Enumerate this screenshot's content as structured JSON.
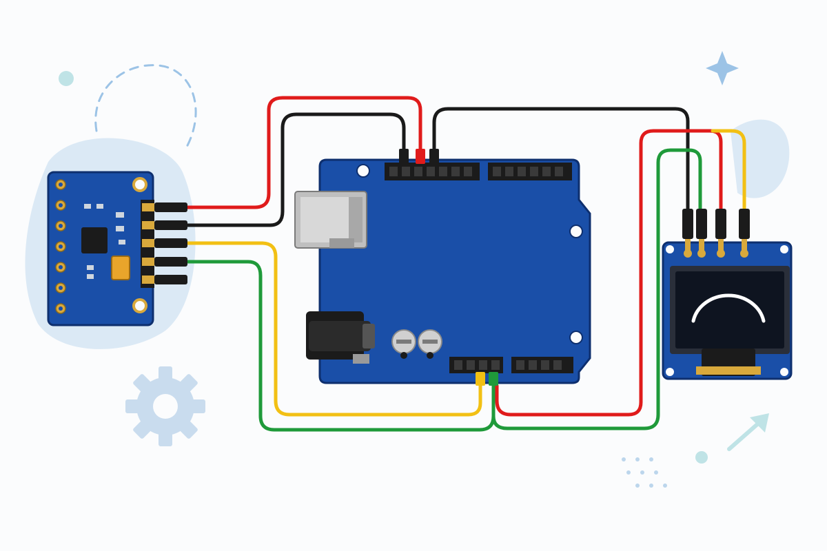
{
  "colors": {
    "background": "#fbfcfd",
    "pcb_blue": "#1a4fa8",
    "pcb_edge": "#0e2f6e",
    "pad_gold": "#d9a93c",
    "header_black": "#1b1b1b",
    "wire_red": "#e01b1b",
    "wire_black": "#1a1a1a",
    "wire_yellow": "#f2c014",
    "wire_green": "#1f9a3a",
    "screen": "#0e1420",
    "screen_arc": "#ffffff",
    "blob": "#dbe9f5",
    "decor_teal": "#bfe3e6"
  },
  "components": {
    "sensor": {
      "icon": "sensor-breakout-board-icon",
      "header_pins": 5,
      "side_pads": 7
    },
    "microcontroller": {
      "icon": "microcontroller-board-icon",
      "usb": "usb-b-port-icon",
      "power": "barrel-jack-icon",
      "capacitors": 2
    },
    "display": {
      "icon": "oled-display-module-icon",
      "header_pins": 4,
      "screen_graphic": "arc-icon"
    }
  },
  "wires": [
    {
      "name": "red",
      "from": "sensor",
      "to": "microcontroller"
    },
    {
      "name": "black",
      "from": "sensor",
      "to": "microcontroller"
    },
    {
      "name": "yellow",
      "from": "sensor",
      "to": "microcontroller"
    },
    {
      "name": "green",
      "from": "sensor",
      "to": "microcontroller"
    },
    {
      "name": "black",
      "from": "microcontroller",
      "to": "display"
    },
    {
      "name": "red",
      "from": "microcontroller",
      "to": "display"
    },
    {
      "name": "yellow",
      "from": "microcontroller",
      "to": "display"
    },
    {
      "name": "green",
      "from": "microcontroller",
      "to": "display"
    }
  ],
  "decorations": [
    "gear-icon",
    "sparkle-icon",
    "arrow-icon",
    "dashed-arc-icon",
    "dots-icon"
  ]
}
